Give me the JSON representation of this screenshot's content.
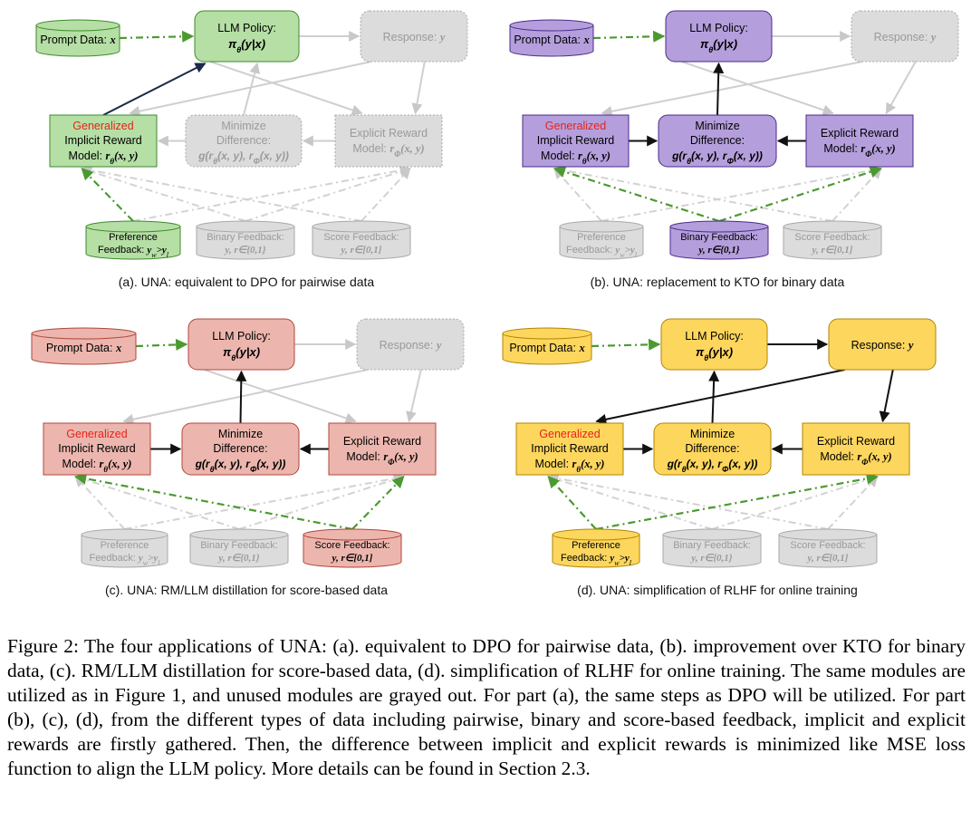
{
  "colors": {
    "a": {
      "fill": "#b5dfa5",
      "stroke": "#3e8a2c"
    },
    "b": {
      "fill": "#b49fdc",
      "stroke": "#4b2a8c"
    },
    "c": {
      "fill": "#ecb6ae",
      "stroke": "#b0453a"
    },
    "d": {
      "fill": "#fdd65e",
      "stroke": "#b08600"
    },
    "gray": {
      "fill": "#dcdcdc",
      "stroke": "#a8a8a8",
      "text": "#9a9a9a"
    },
    "red_text": "#e8231a",
    "green_arrow": "#4a9a30",
    "black_arrow": "#111111",
    "navy_arrow": "#1b2a4a"
  },
  "labels": {
    "prompt": "Prompt Data: ",
    "prompt_var": "x",
    "llm_1": "LLM Policy:",
    "llm_2": "π_θ(y|x)",
    "response": "Response: ",
    "response_var": "y",
    "implicit_0": "Generalized",
    "implicit_1": "Implicit Reward",
    "implicit_2": "Model: ",
    "implicit_2b": "r_θ(x, y)",
    "minimize_1": "Minimize",
    "minimize_2": "Difference:",
    "minimize_3": "g(r_θ(x, y), r_Φ(x, y))",
    "explicit_1": "Explicit Reward",
    "explicit_2": "Model: ",
    "explicit_2b": "r_Φ(x, y)",
    "pref_1": "Preference",
    "pref_2": "Feedback: ",
    "pref_2b": "y_w>y_l",
    "binary_1": "Binary Feedback:",
    "binary_2": "y, r∈{0,1}",
    "score_1": "Score Feedback:",
    "score_2": "y, r∈[0,1]"
  },
  "panels": [
    {
      "id": "a",
      "caption": "(a). UNA: equivalent to DPO for pairwise data"
    },
    {
      "id": "b",
      "caption": "(b). UNA: replacement to KTO for binary data"
    },
    {
      "id": "c",
      "caption": "(c). UNA: RM/LLM distillation for score-based data"
    },
    {
      "id": "d",
      "caption": "(d). UNA: simplification of RLHF for online training"
    }
  ],
  "figure_caption": "Figure 2: The four applications of UNA: (a). equivalent to DPO for pairwise data, (b). improvement over KTO for binary data, (c). RM/LLM distillation for score-based data, (d). simplification of RLHF for online training. The same modules are utilized as in Figure 1, and unused modules are grayed out. For part (a), the same steps as DPO will be utilized. For part (b), (c), (d), from the different types of data including pairwise, binary and score-based feedback, implicit and explicit rewards are firstly gathered. Then, the difference between implicit and explicit rewards is minimized like MSE loss function to align the LLM policy. More details can be found in Section 2.3."
}
